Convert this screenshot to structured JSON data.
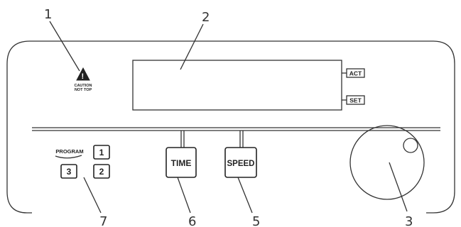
{
  "callouts": {
    "c1": "1",
    "c2": "2",
    "c3": "3",
    "c5": "5",
    "c6": "6",
    "c7": "7"
  },
  "caution": {
    "line1": "CAUTION",
    "line2": "NOT TOP"
  },
  "display": {
    "act_label": "ACT",
    "set_label": "SET"
  },
  "program": {
    "label": "PROGRAM",
    "buttons": [
      "1",
      "2",
      "3"
    ]
  },
  "buttons": {
    "time": "TIME",
    "speed": "SPEED"
  },
  "icons": {
    "warning": "warning-triangle-icon",
    "knob": "rotary-knob-icon"
  }
}
